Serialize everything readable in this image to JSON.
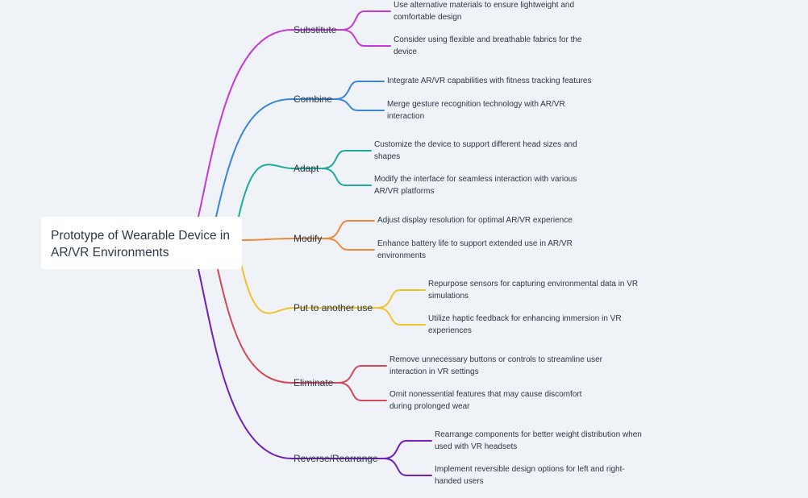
{
  "root": {
    "title": "Prototype of Wearable Device in AR/VR Environments"
  },
  "branches": [
    {
      "label": "Substitute",
      "color": "#c23bd4",
      "leaves": [
        "Use alternative materials to ensure lightweight and comfortable design",
        "Consider using flexible and breathable fabrics for the device"
      ]
    },
    {
      "label": "Combine",
      "color": "#3a86d6",
      "leaves": [
        "Integrate AR/VR capabilities with fitness tracking features",
        "Merge gesture recognition technology with AR/VR interaction"
      ]
    },
    {
      "label": "Adapt",
      "color": "#1fa999",
      "leaves": [
        "Customize the device to support different head sizes and shapes",
        "Modify the interface for seamless interaction with various AR/VR platforms"
      ]
    },
    {
      "label": "Modify",
      "color": "#ec8a3c",
      "leaves": [
        "Adjust display resolution for optimal AR/VR experience",
        "Enhance battery life to support extended use in AR/VR environments"
      ]
    },
    {
      "label": "Put to another use",
      "color": "#f2c12e",
      "leaves": [
        "Repurpose sensors for capturing environmental data in VR simulations",
        "Utilize haptic feedback for enhancing immersion in VR experiences"
      ]
    },
    {
      "label": "Eliminate",
      "color": "#d2475a",
      "leaves": [
        "Remove unnecessary buttons or controls to streamline user interaction in VR settings",
        "Omit nonessential features that may cause discomfort during prolonged wear"
      ]
    },
    {
      "label": "Reverse/Rearrange",
      "color": "#6d1fc0",
      "leaves": [
        "Rearrange components for better weight distribution when used with VR headsets",
        "Implement reversible design options for left and right-handed users"
      ]
    }
  ]
}
